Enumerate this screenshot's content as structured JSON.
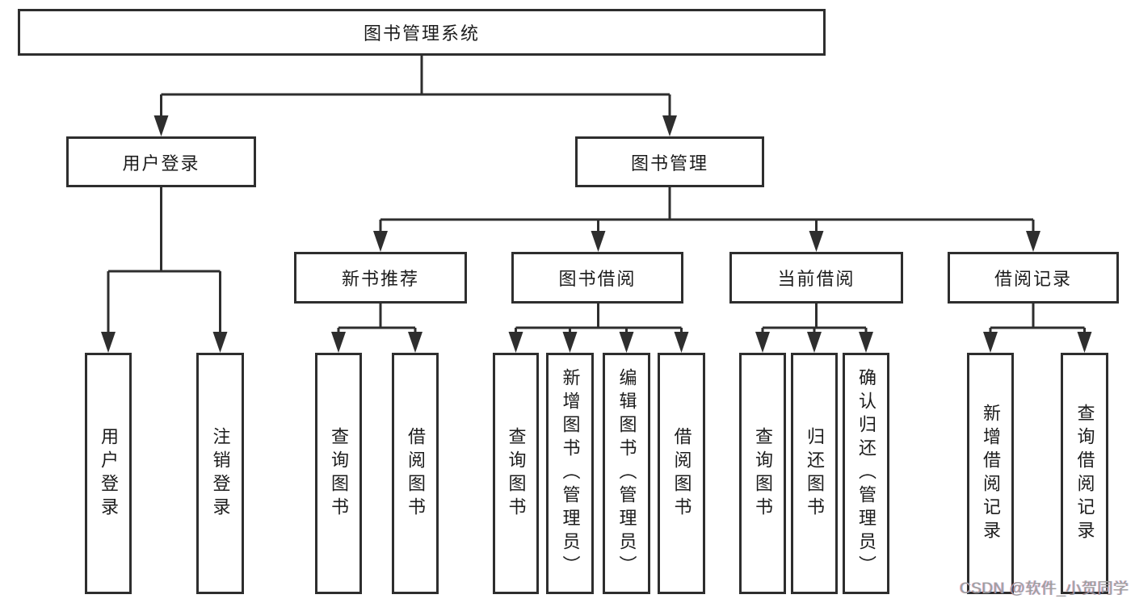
{
  "colors": {
    "line": "#2e2e2e",
    "box_border": "#2e2e2e",
    "text": "#1c1c1c",
    "background": "#ffffff",
    "watermark": "#9e9e9e"
  },
  "diagram_type": "hierarchy-tree",
  "tree": {
    "label": "图书管理系统",
    "children": [
      {
        "label": "用户登录",
        "children": [
          {
            "label": "用户登录"
          },
          {
            "label": "注销登录"
          }
        ]
      },
      {
        "label": "图书管理",
        "children": [
          {
            "label": "新书推荐",
            "children": [
              {
                "label": "查询图书"
              },
              {
                "label": "借阅图书"
              }
            ]
          },
          {
            "label": "图书借阅",
            "children": [
              {
                "label": "查询图书"
              },
              {
                "label": "新增图书（管理员）"
              },
              {
                "label": "编辑图书（管理员）"
              },
              {
                "label": "借阅图书"
              }
            ]
          },
          {
            "label": "当前借阅",
            "children": [
              {
                "label": "查询图书"
              },
              {
                "label": "归还图书"
              },
              {
                "label": "确认归还（管理员）"
              }
            ]
          },
          {
            "label": "借阅记录",
            "children": [
              {
                "label": "新增借阅记录"
              },
              {
                "label": "查询借阅记录"
              }
            ]
          }
        ]
      }
    ]
  },
  "watermark": {
    "text": "CSDN @软件_小贺同学"
  }
}
